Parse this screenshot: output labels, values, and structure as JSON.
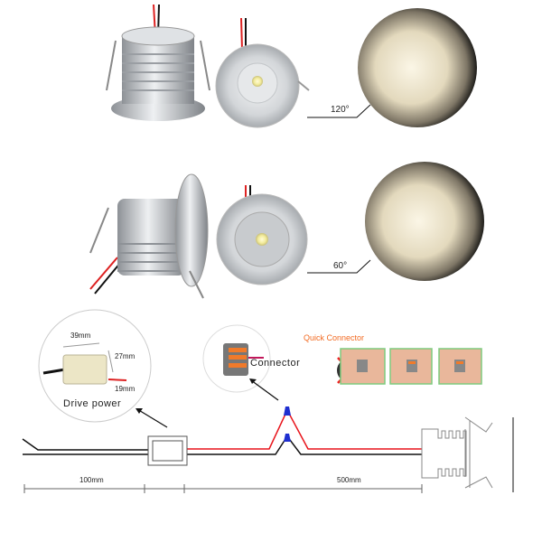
{
  "row1": {
    "beam_angle": "120°"
  },
  "row2": {
    "beam_angle": "60°"
  },
  "drive_power": {
    "width": "39mm",
    "height": "27mm",
    "depth": "19mm",
    "label": "Drive power"
  },
  "connector": {
    "label": "Connector",
    "quick_label": "Quick Connector"
  },
  "dimensions": {
    "left": "100mm",
    "right": "500mm"
  },
  "colors": {
    "red_wire": "#e8141b",
    "black_wire": "#111111",
    "cap": "#1f2fd0",
    "quick": "#f26a21",
    "photo_border": "#7ecb7e"
  }
}
